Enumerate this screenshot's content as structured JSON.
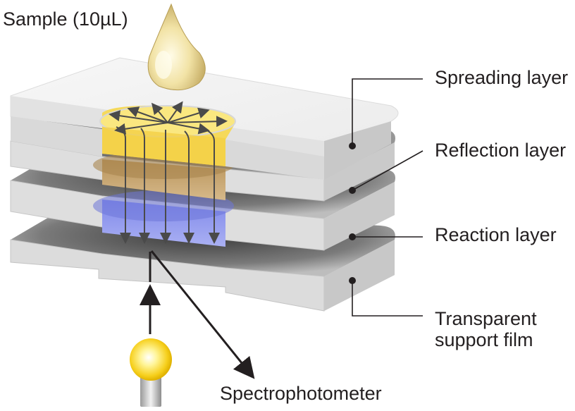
{
  "labels": {
    "sample": "Sample (10µL)",
    "spreading": "Spreading layer",
    "reflection": "Reflection layer",
    "reaction": "Reaction layer",
    "transparent_line1": "Transparent",
    "transparent_line2": "support film",
    "spectrophotometer": "Spectrophotometer"
  },
  "colors": {
    "layer_top": "#f3f3f3",
    "layer_side": "#d4d4d4",
    "layer_shadow": "#555555",
    "sample_yellow": "#f9dc5c",
    "reflection_tan": "#c8a56d",
    "reaction_blue": "#8e97ec",
    "arrow": "#4a4a4a",
    "leader_line": "#231f20",
    "lamp": "#ffe14a"
  }
}
